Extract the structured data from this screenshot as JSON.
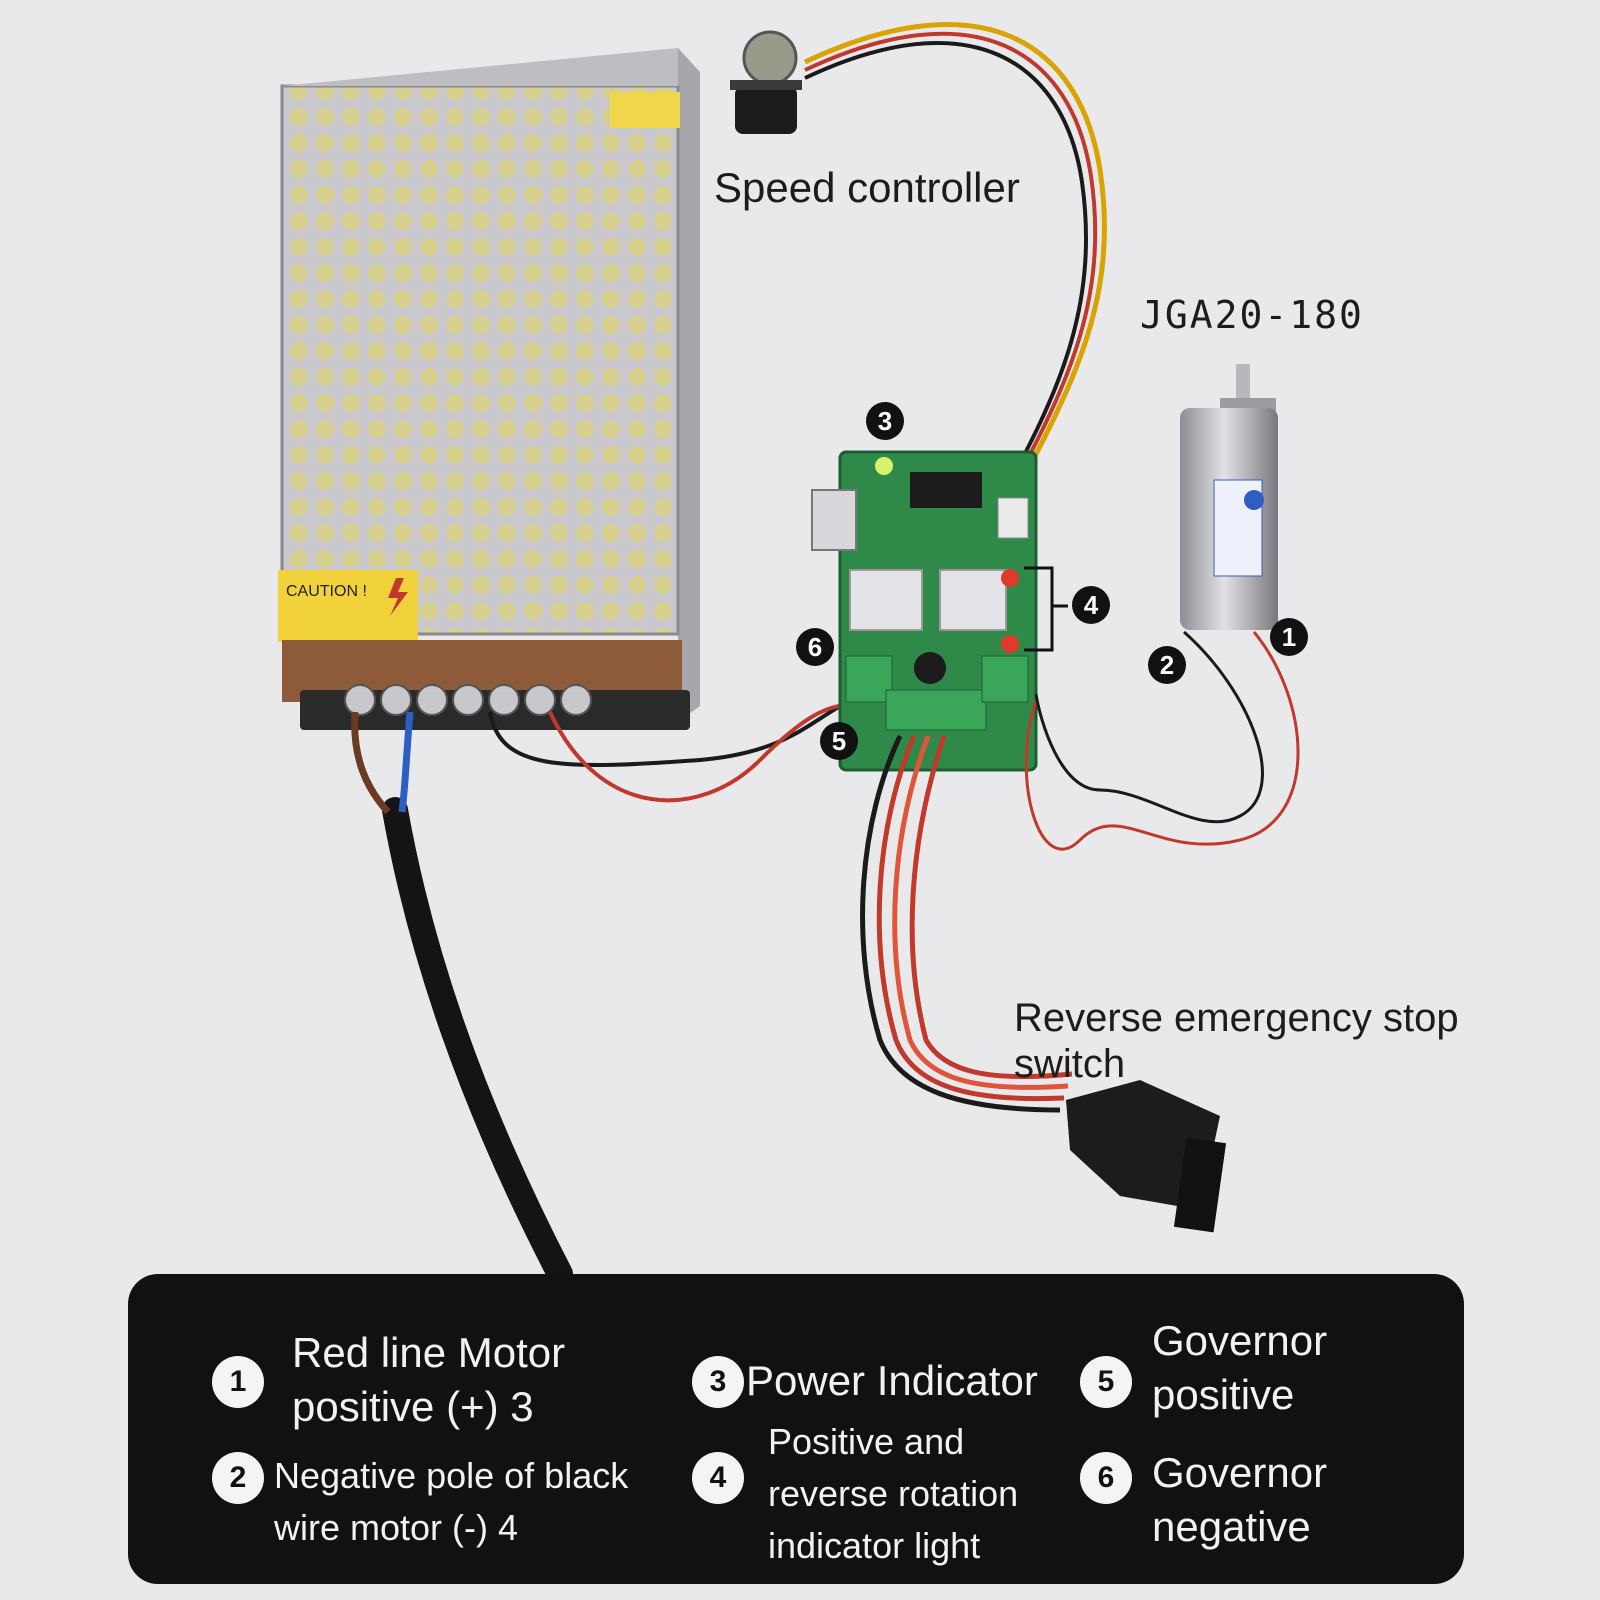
{
  "labels": {
    "speed_controller": "Speed controller",
    "motor_model": "JGA20-180",
    "switch": "Reverse emergency stop switch",
    "caution": "CAUTION !"
  },
  "markers": [
    "1",
    "2",
    "3",
    "4",
    "5",
    "6"
  ],
  "legend": [
    {
      "num": "1",
      "text": "Red line Motor positive (+) 3"
    },
    {
      "num": "2",
      "text": "Negative pole of black wire motor (-) 4"
    },
    {
      "num": "3",
      "text": "Power Indicator"
    },
    {
      "num": "4",
      "text": "Positive and reverse rotation indicator light"
    },
    {
      "num": "5",
      "text": "Governor positive"
    },
    {
      "num": "6",
      "text": "Governor negative"
    }
  ],
  "colors": {
    "background": "#e9e9ec",
    "pcb": "#2f8a4a",
    "wire_red": "#c0392b",
    "wire_black": "#1a1a1a",
    "wire_yellow": "#d9a400",
    "psu_metal": "#b9b9be",
    "panel": "#111111"
  }
}
